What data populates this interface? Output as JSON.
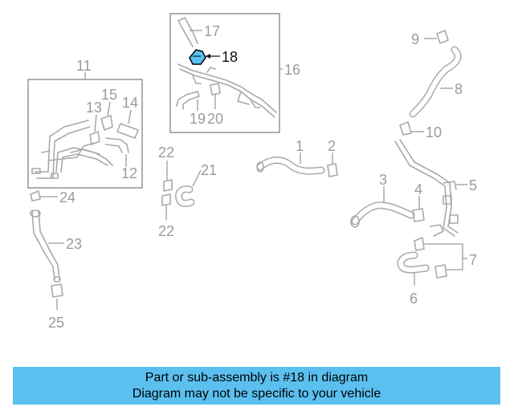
{
  "diagram": {
    "highlight_color": "#5bc0f0",
    "labels": {
      "l1": "1",
      "l2": "2",
      "l3": "3",
      "l4": "4",
      "l5": "5",
      "l6": "6",
      "l7": "7",
      "l8": "8",
      "l9": "9",
      "l10": "10",
      "l11": "11",
      "l12": "12",
      "l13": "13",
      "l14": "14",
      "l15": "15",
      "l16": "16",
      "l17": "17",
      "l18": "18",
      "l19": "19",
      "l20": "20",
      "l21": "21",
      "l22a": "22",
      "l22b": "22",
      "l23": "23",
      "l24": "24",
      "l25": "25"
    }
  },
  "banner": {
    "line1": "Part or sub-assembly is #18 in diagram",
    "line2": "Diagram may not be specific to your vehicle"
  }
}
